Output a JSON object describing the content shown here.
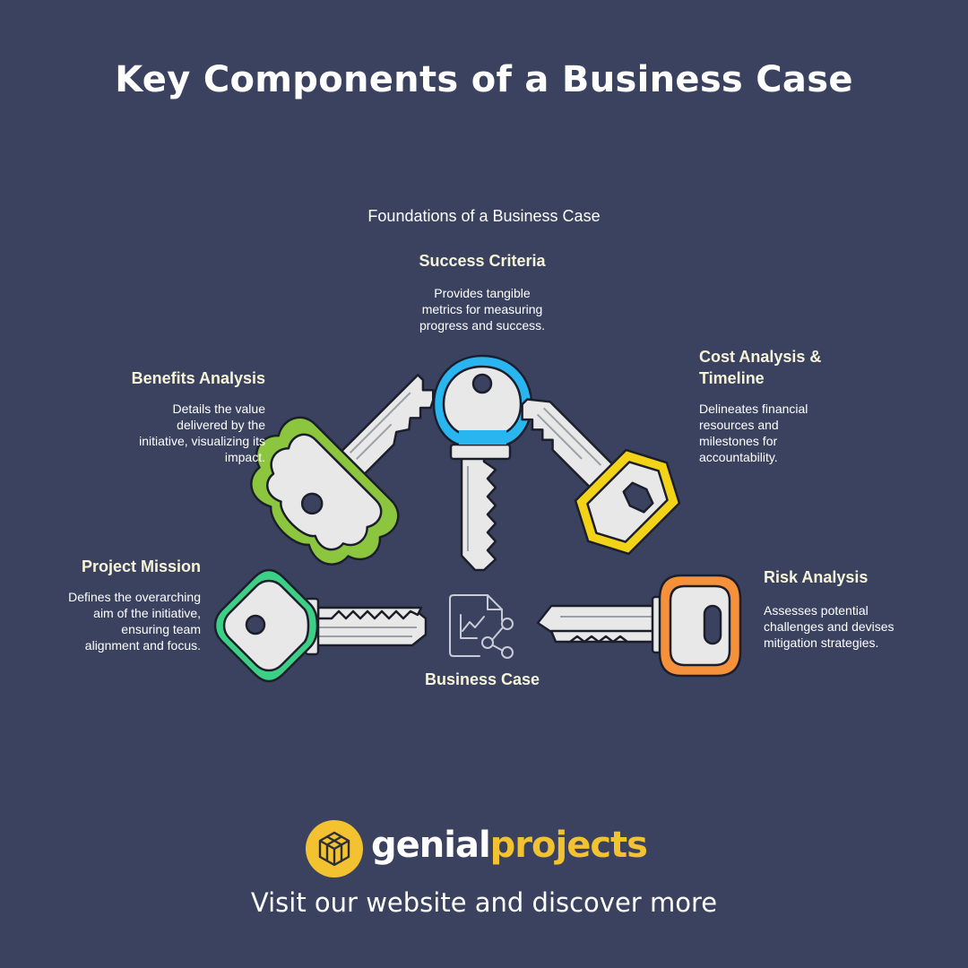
{
  "title": "Key Components of a Business Case",
  "subtitle": "Foundations of a Business Case",
  "center_label": "Business Case",
  "center_icon": "document-chart-share-icon",
  "components": {
    "success": {
      "heading": "Success Criteria",
      "desc_lines": [
        "Provides tangible",
        "metrics for measuring",
        "progress and success."
      ],
      "color": "#29b6f0"
    },
    "benefits": {
      "heading": "Benefits Analysis",
      "desc_lines": [
        "Details the value",
        "delivered by the",
        "initiative, visualizing its",
        "impact."
      ],
      "color": "#8cc63f"
    },
    "cost": {
      "heading_lines": [
        "Cost Analysis &",
        "Timeline"
      ],
      "desc_lines": [
        "Delineates financial",
        "resources and",
        "milestones for",
        "accountability."
      ],
      "color": "#f2d318"
    },
    "mission": {
      "heading": "Project Mission",
      "desc_lines": [
        "Defines the overarching",
        "aim of the initiative,",
        "ensuring team",
        "alignment and focus."
      ],
      "color": "#3ccf86"
    },
    "risk": {
      "heading": "Risk Analysis",
      "desc_lines": [
        "Assesses potential",
        "challenges and devises",
        "mitigation strategies."
      ],
      "color": "#f5913a"
    }
  },
  "brand": {
    "name_part1": "genial",
    "name_part2": "projects",
    "logo_icon": "cube-icon",
    "logo_color": "#f2c230"
  },
  "tagline": "Visit our website and discover more"
}
